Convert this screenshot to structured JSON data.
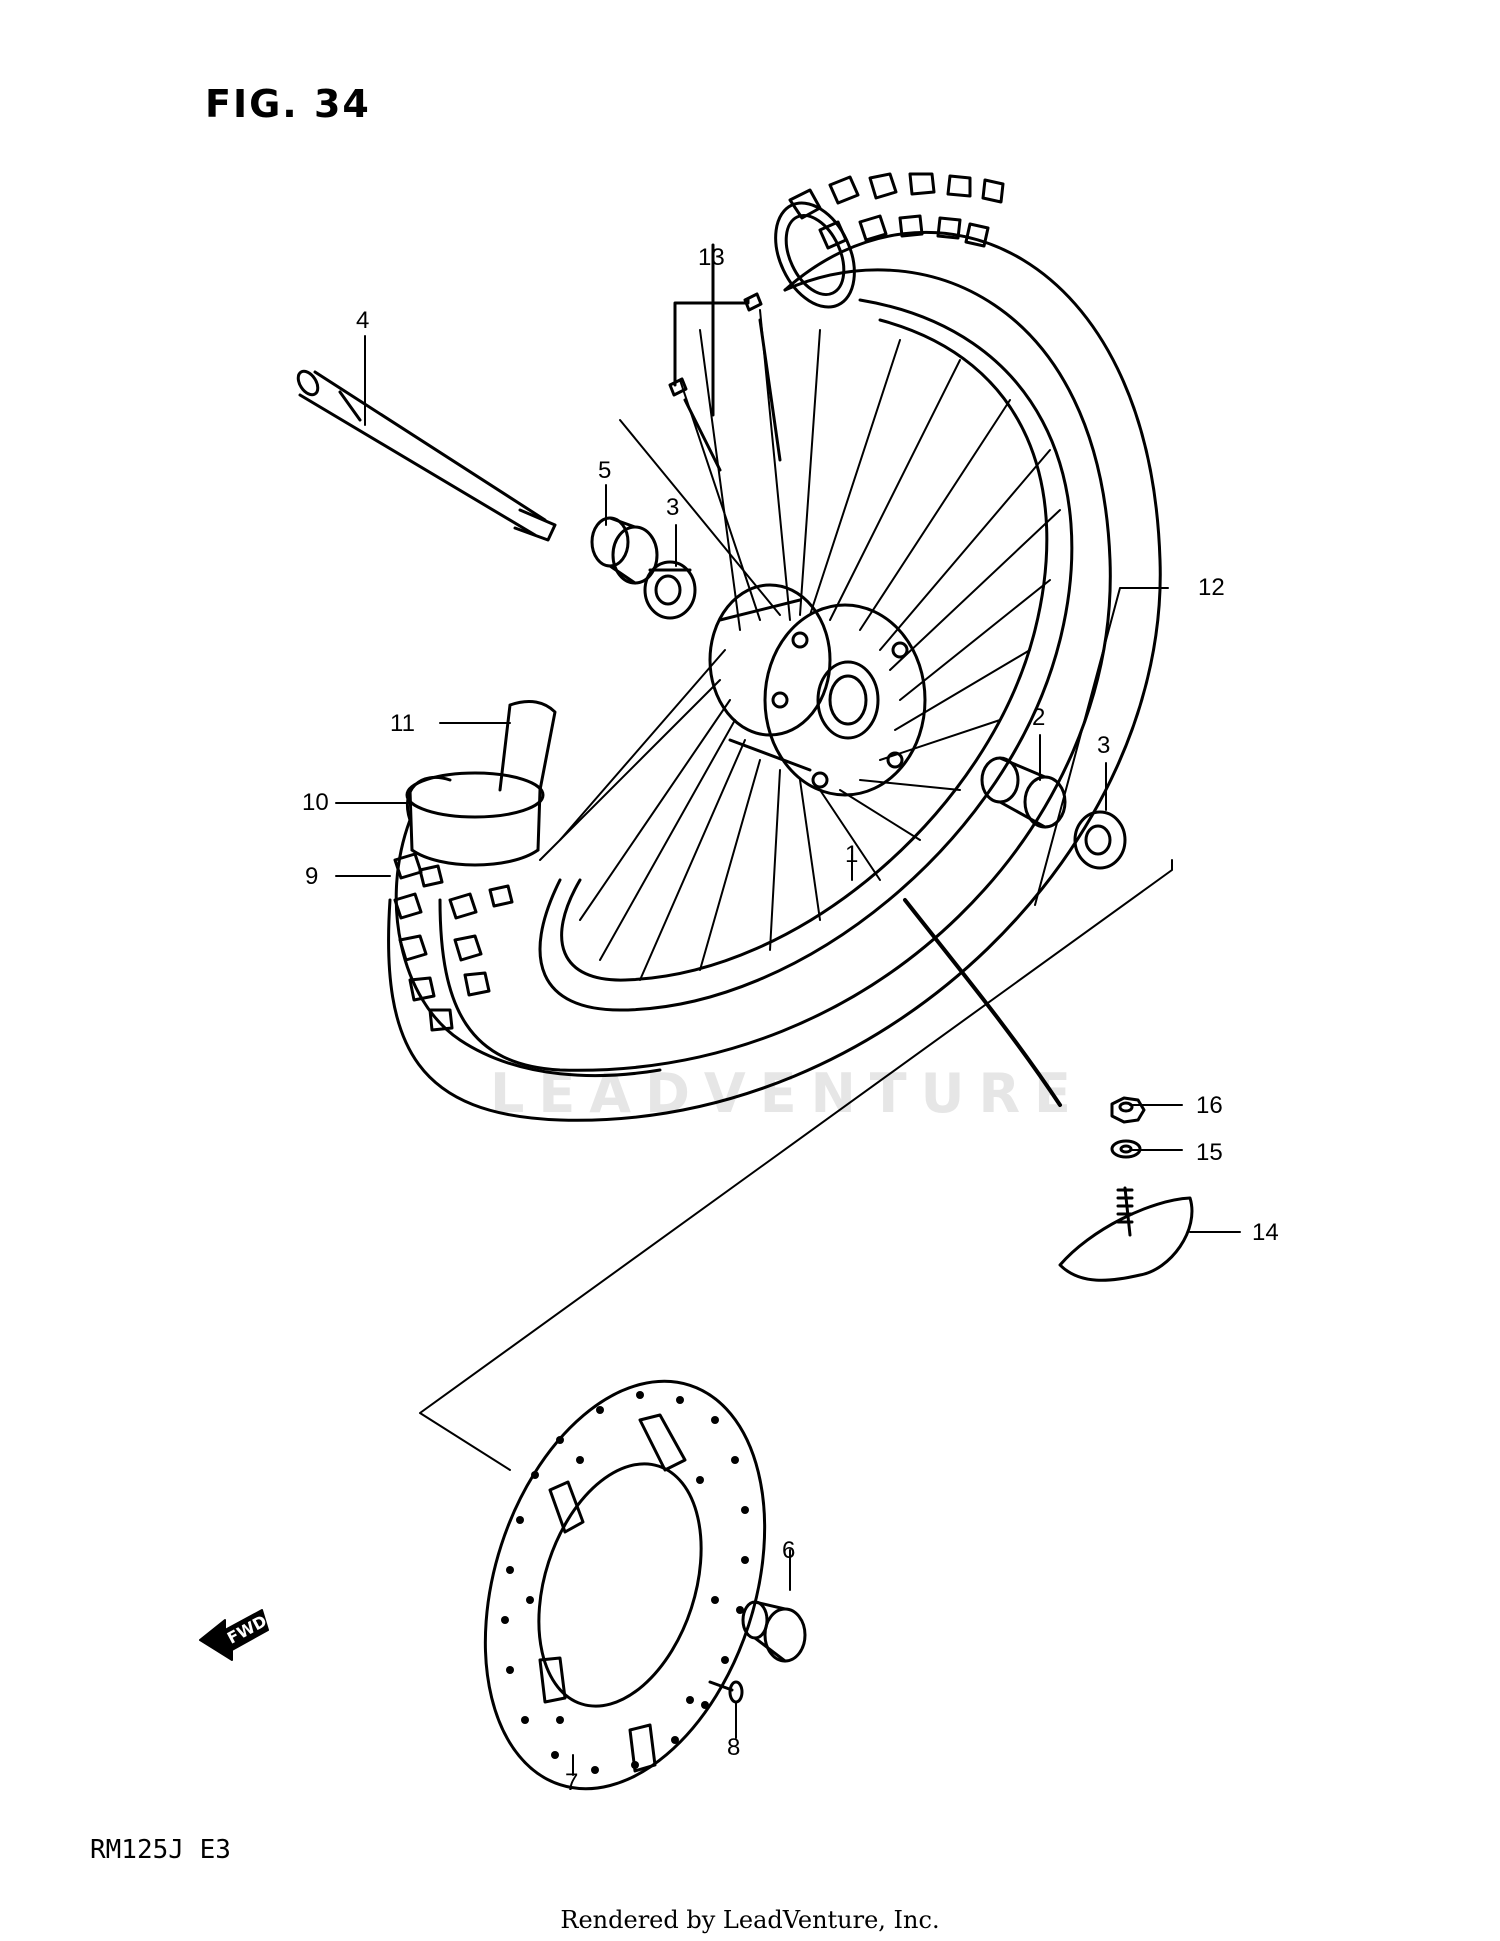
{
  "figure": {
    "title": "FIG. 34",
    "model": "RM125J  E3",
    "footer": "Rendered by LeadVenture, Inc.",
    "watermark": "LEADVENTURE",
    "direction_badge": "FWD"
  },
  "callouts": [
    "1",
    "2",
    "3",
    "3",
    "4",
    "5",
    "6",
    "7",
    "8",
    "9",
    "10",
    "11",
    "12",
    "13",
    "14",
    "15",
    "16"
  ]
}
